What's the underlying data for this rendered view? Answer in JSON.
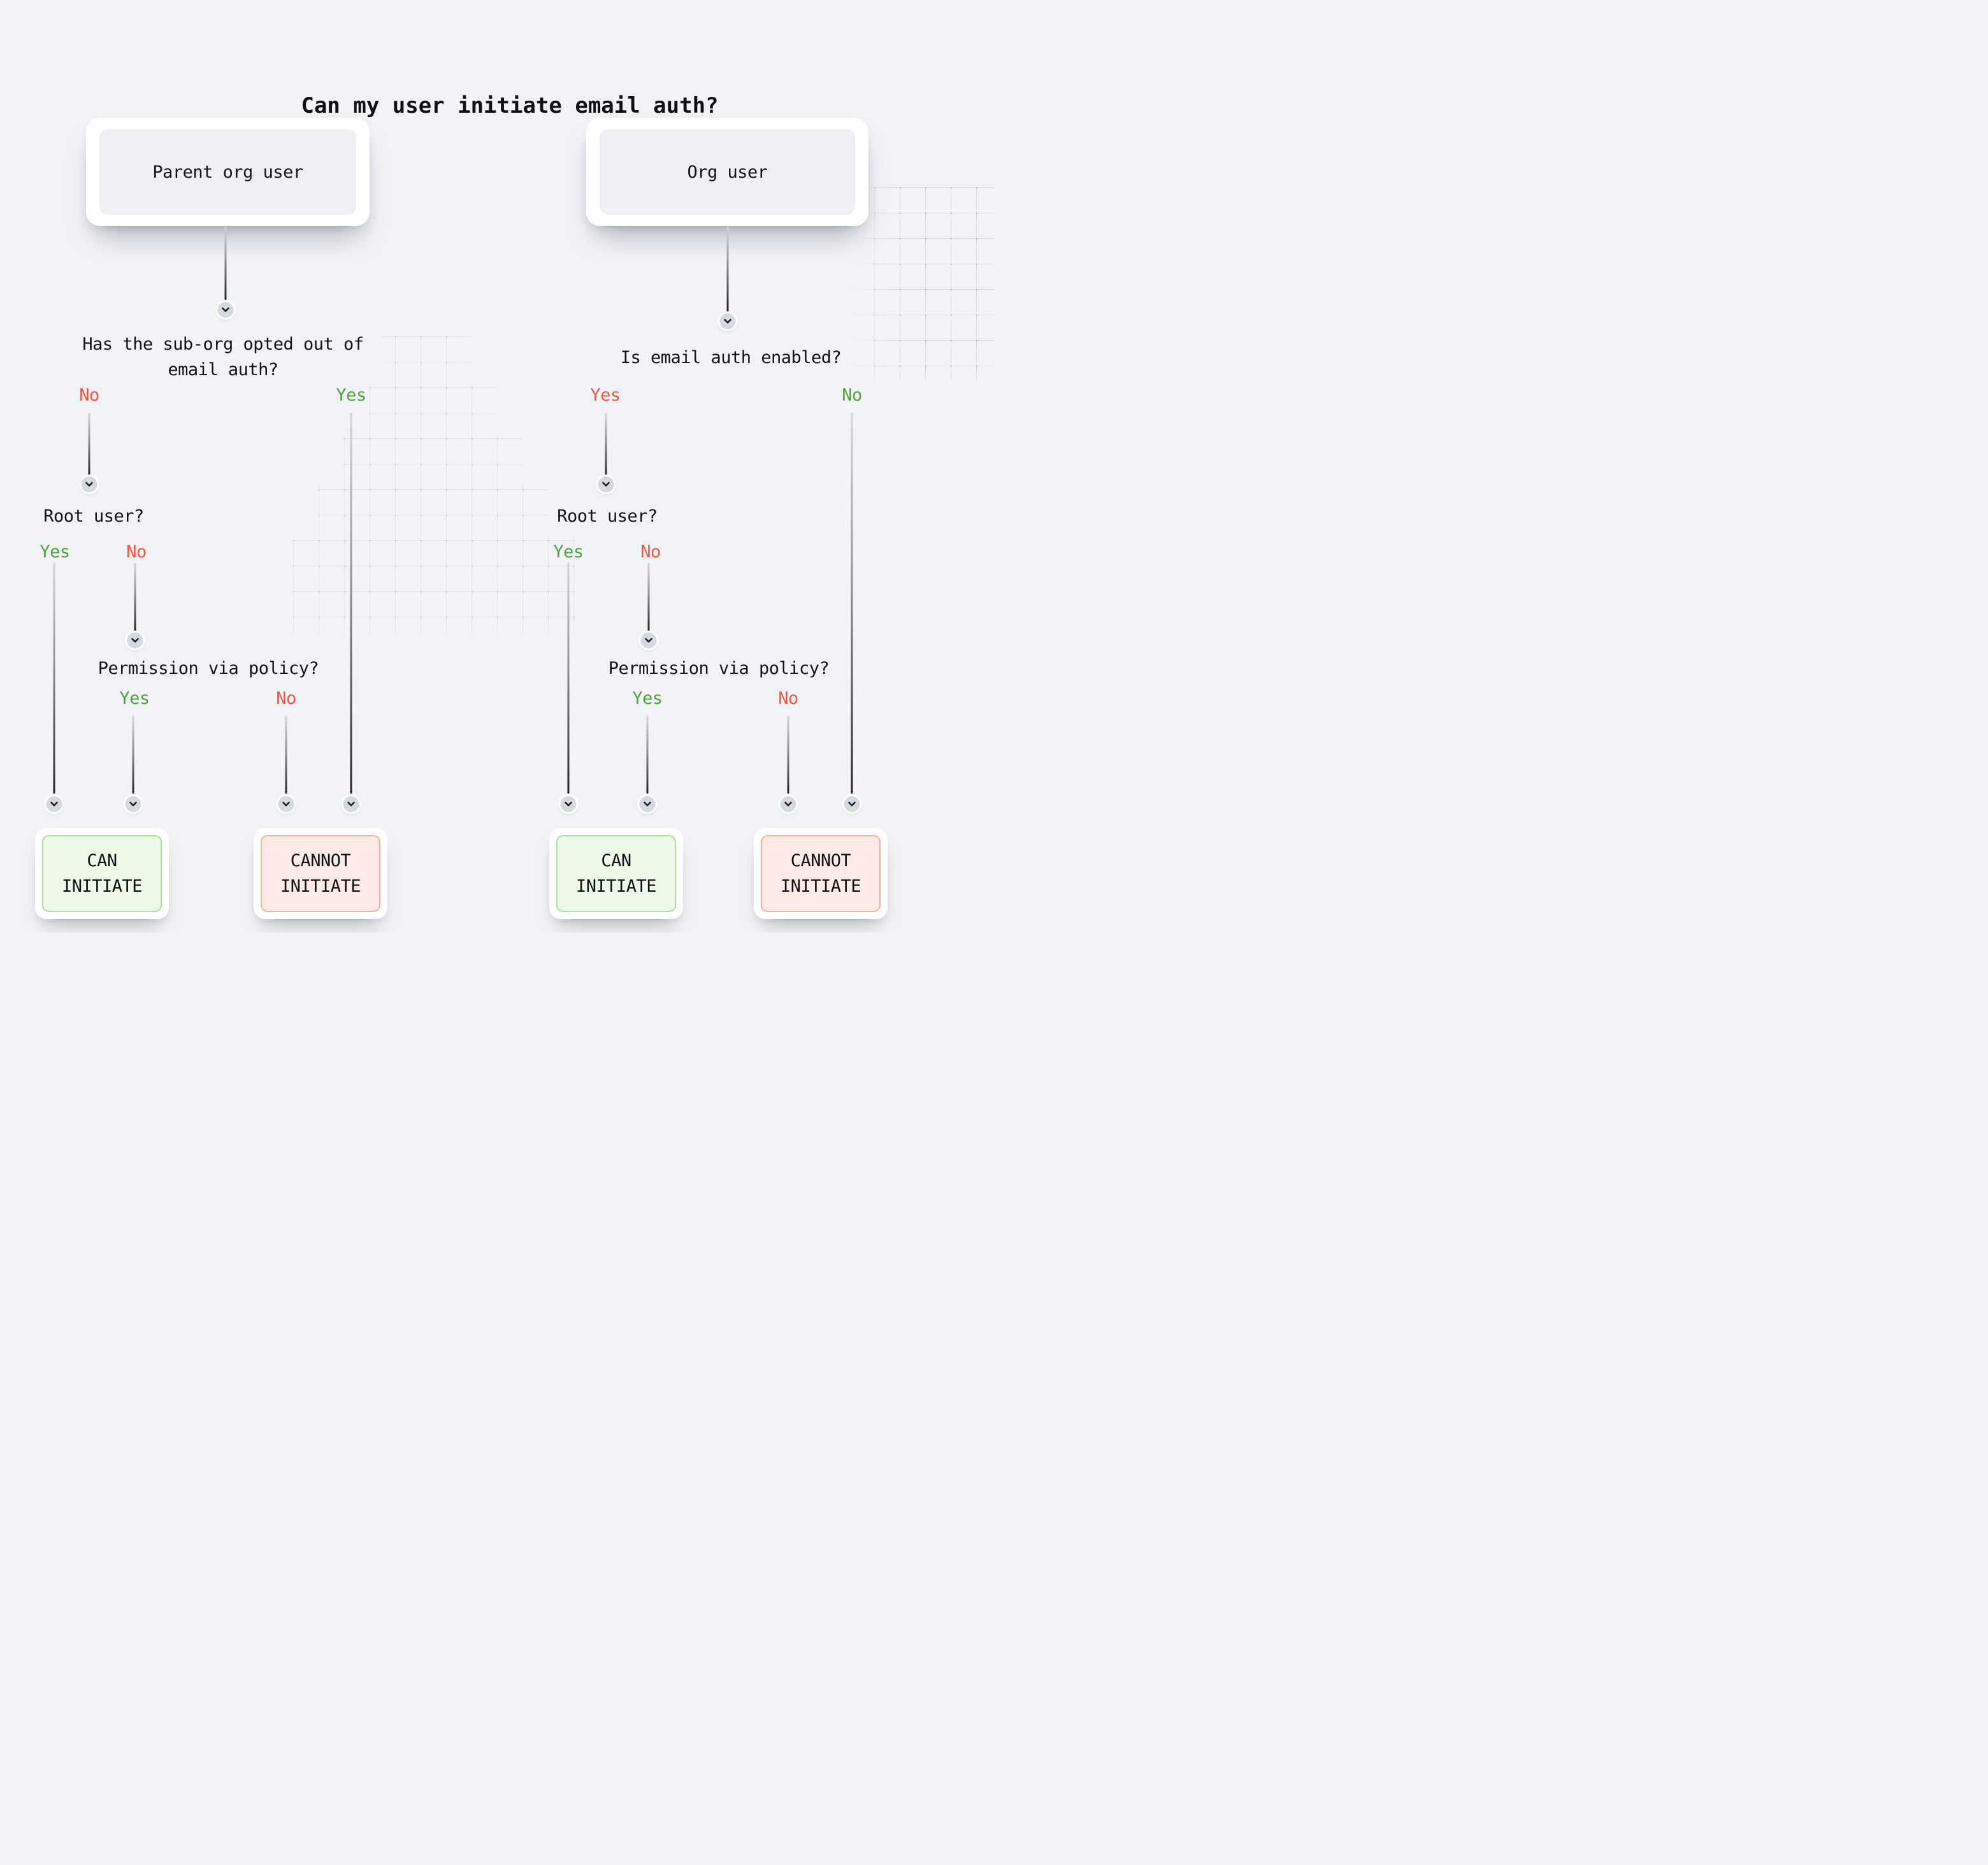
{
  "title": "Can my user initiate email auth?",
  "icons": {
    "connector_tip": "chevron-down"
  },
  "colors": {
    "background": "#f2f3f7",
    "answer_green": "#4ca63b",
    "answer_red": "#fb5440",
    "card_inner_bg": "#edeff3",
    "outcome_positive_bg": "#eef8e8",
    "outcome_positive_border": "#a9e497",
    "outcome_negative_bg": "#fdeae7",
    "outcome_negative_border": "#f8b2a3",
    "line_dark": "#222227"
  },
  "left_tree": {
    "root": "Parent org user",
    "q1": {
      "text": "Has the sub-org opted out of email auth?",
      "answers": [
        {
          "label": "No",
          "color": "#fb5440"
        },
        {
          "label": "Yes",
          "color": "#4ca63b"
        }
      ]
    },
    "q2": {
      "text": "Root user?",
      "answers": [
        {
          "label": "Yes",
          "color": "#4ca63b"
        },
        {
          "label": "No",
          "color": "#fb5440"
        }
      ]
    },
    "q3": {
      "text": "Permission via policy?",
      "answers": [
        {
          "label": "Yes",
          "color": "#4ca63b"
        },
        {
          "label": "No",
          "color": "#fb5440"
        }
      ]
    },
    "outcome_positive": "CAN INITIATE",
    "outcome_negative": "CANNOT INITIATE"
  },
  "right_tree": {
    "root": "Org user",
    "q1": {
      "text": "Is email auth enabled?",
      "answers": [
        {
          "label": "Yes",
          "color": "#fb5440"
        },
        {
          "label": "No",
          "color": "#4ca63b"
        }
      ]
    },
    "q2": {
      "text": "Root user?",
      "answers": [
        {
          "label": "Yes",
          "color": "#4ca63b"
        },
        {
          "label": "No",
          "color": "#fb5440"
        }
      ]
    },
    "q3": {
      "text": "Permission via policy?",
      "answers": [
        {
          "label": "Yes",
          "color": "#4ca63b"
        },
        {
          "label": "No",
          "color": "#fb5440"
        }
      ]
    },
    "outcome_positive": "CAN INITIATE",
    "outcome_negative": "CANNOT INITIATE"
  }
}
